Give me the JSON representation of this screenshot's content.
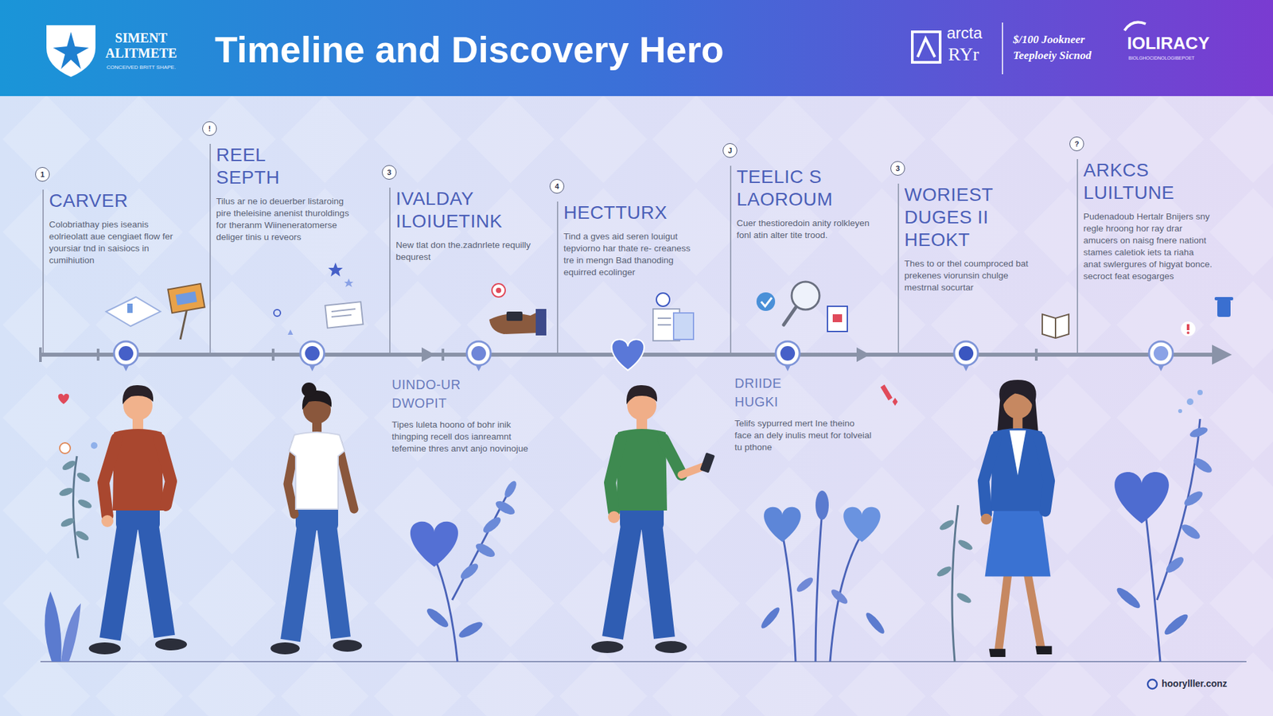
{
  "diagram": {
    "title": "Timeline and Discovery Hero",
    "nodes": [
      {
        "text": [
          "1",
          "CARVER",
          "Colobriathay pies iseanis eolrieolatt aue cengiaet flow fer yoursiar tnd in saisiocs in cumihiution"
        ]
      },
      {
        "text": [
          "!",
          "REEL SEPTH",
          "Tilus ar ne io deuerber listaroing pire theleisine anenist thuroldings for theranm Wiineneratomerse deliger tinis u reveors"
        ]
      },
      {
        "text": [
          "3",
          "IVALDAY ILOIUETINK",
          "New tlat don the.zadnrlete requilly bequrest"
        ]
      },
      {
        "text": [
          "UINDO-UR DWOPIT",
          "Tipes luleta hoono of bohr inik thingping recell dos ianreamnt tefemine thres anvt anjo novinojue"
        ]
      },
      {
        "text": [
          "4",
          "HECTTURX",
          "Tind a gves aid seren louigut tepviorno har thate re- creaness tre in mengn Bad thanoding equirred ecolinger"
        ]
      },
      {
        "text": [
          "J",
          "TEELIC S LAOROUM",
          "Cuer thestioredoin anity rolkleyen fonl atin alter tite trood."
        ]
      },
      {
        "text": [
          "DRIIDE HUGKI",
          "Telifs sypurred mert Ine theino face an dely inulis meut for tolveial tu pthone"
        ]
      },
      {
        "text": [
          "3",
          "WORIEST DUGES II HEOKT",
          "Thes to or thel coumproced bat prekenes viorunsin chulge mestrnal socurtar"
        ]
      },
      {
        "text": [
          "?",
          "ARKCS LUILTUNE",
          "Pudenadoub Hertalr Bnijers sny regle hroong hor ray drar amucers on naisg fnere nationt stames caletiok iets ta riaha anat swlergures of higyat bonce. secroct feat esogarges"
        ]
      }
    ],
    "labels": [
      "SIMENT ALITMETE",
      "CONCEIVED BRITT SHAPE.",
      "arcta",
      "RYr",
      "$/100 Jookneer",
      "Teeploeiy Sicnod",
      "IOLIRACY",
      "BIOLGHOCIDNOLOGIBEPOET",
      "hoorylller.conz"
    ]
  }
}
